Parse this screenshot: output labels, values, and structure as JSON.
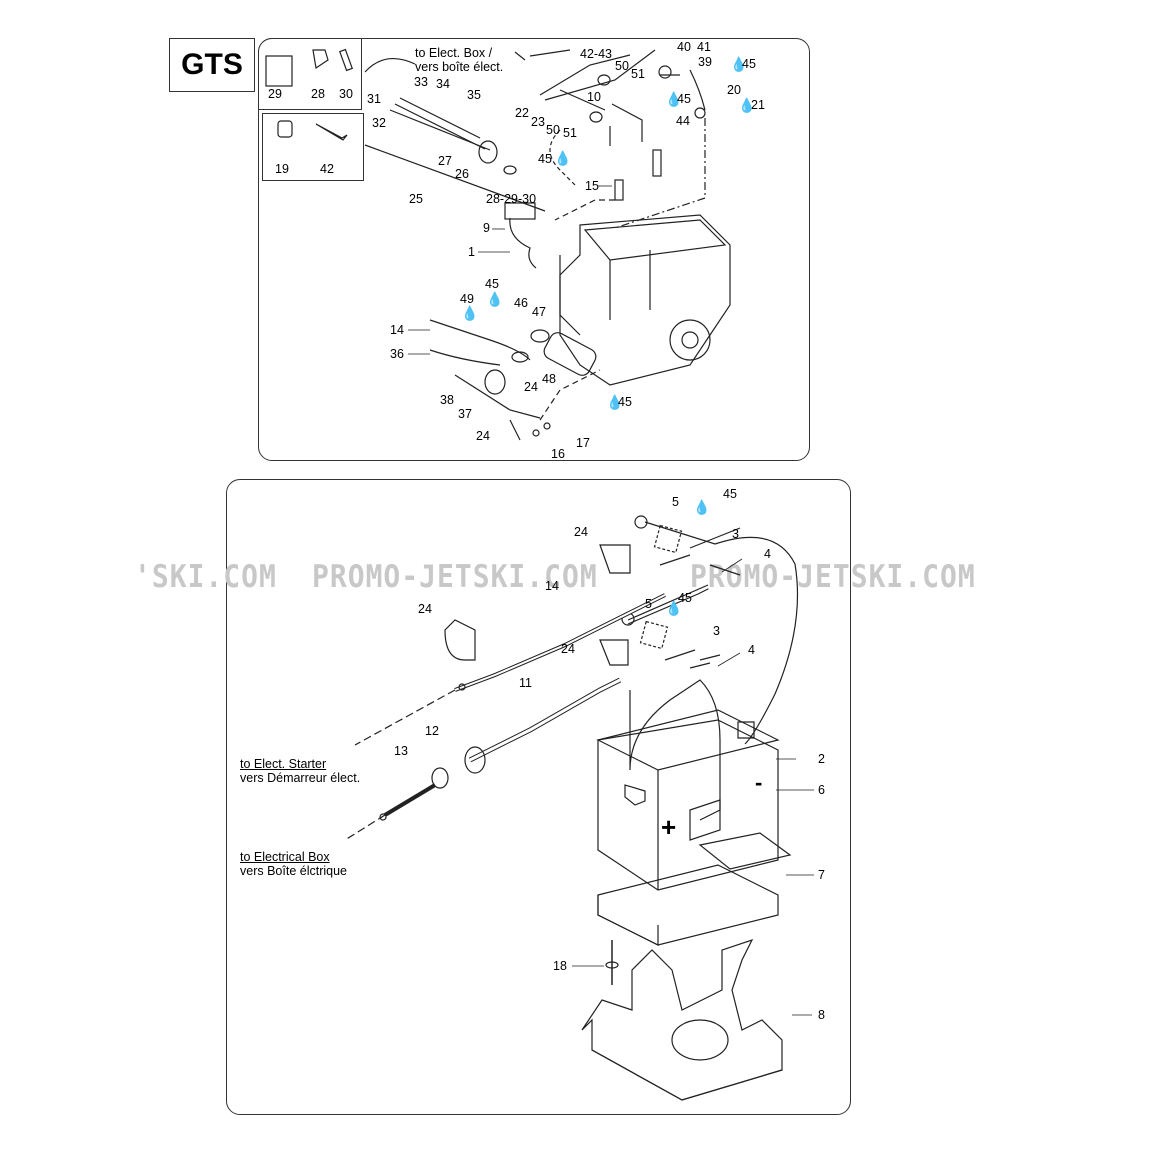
{
  "model_label": "GTS",
  "watermark": {
    "left_fragment": "'SKI.COM",
    "middle": "PROMO-JETSKI.COM",
    "right": "PROMO-JETSKI.COM"
  },
  "battery_signs": {
    "plus": "+",
    "minus": "-"
  },
  "drop_glyph": "💧",
  "top_section": {
    "note_top": {
      "line1": "to Elect. Box /",
      "line2": "vers boîte élect."
    },
    "callouts": [
      "29",
      "28",
      "30",
      "19",
      "42",
      "31",
      "33",
      "34",
      "35",
      "32",
      "27",
      "26",
      "25",
      "28-29-30",
      "42-43",
      "40",
      "41",
      "50",
      "51",
      "39",
      "45",
      "22",
      "10",
      "45",
      "20",
      "23",
      "50",
      "51",
      "44",
      "21",
      "45",
      "15",
      "9",
      "1",
      "45",
      "49",
      "46",
      "47",
      "14",
      "36",
      "48",
      "24",
      "38",
      "37",
      "45",
      "24",
      "17",
      "16"
    ]
  },
  "bottom_section": {
    "note_starter": {
      "line1": "to Elect. Starter",
      "line2": "vers Démarreur élect."
    },
    "note_box": {
      "line1": "to Electrical Box",
      "line2": "vers Boîte élctrique"
    },
    "callouts": [
      "5",
      "45",
      "24",
      "3",
      "4",
      "14",
      "24",
      "5",
      "45",
      "3",
      "24",
      "4",
      "11",
      "12",
      "13",
      "2",
      "6",
      "7",
      "18",
      "8"
    ]
  }
}
